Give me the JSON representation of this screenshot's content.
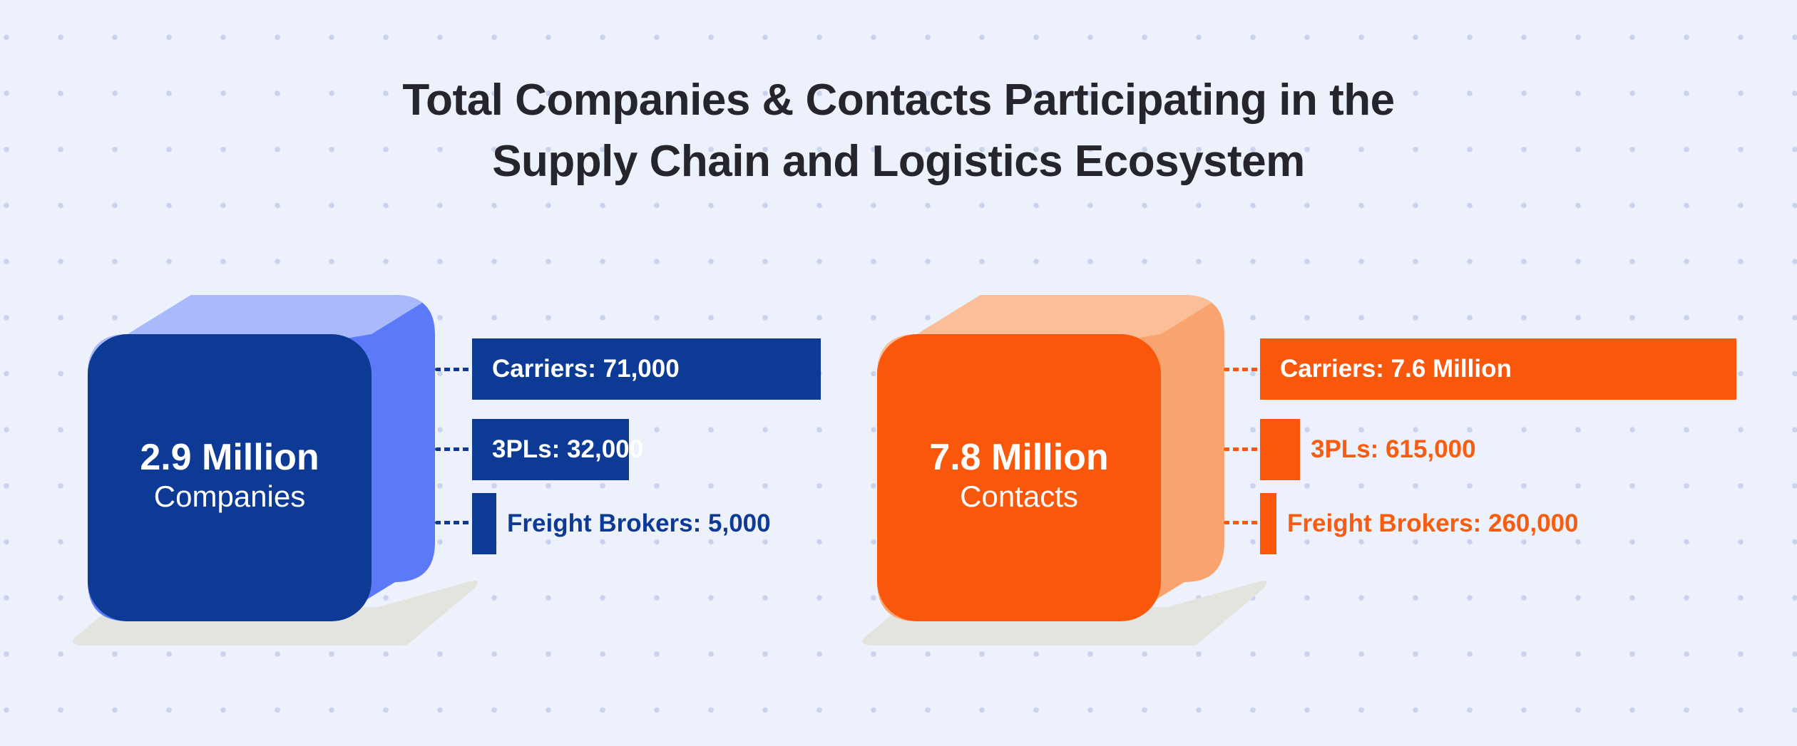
{
  "title": {
    "line1": "Total Companies & Contacts Participating in the",
    "line2": "Supply Chain and Logistics Ecosystem"
  },
  "colors": {
    "background": "#edf1fb",
    "grid_dots": "#c9d3ee",
    "title_text": "#26252c",
    "blue_front": "#0c3a95",
    "blue_side": "#5c79f8",
    "blue_top": "#a8bafc",
    "orange_front": "#f9570c",
    "orange_side": "#f9a36e",
    "orange_top": "#fcbe98",
    "shadow": "#e4e4de"
  },
  "chart_data": [
    {
      "type": "bar",
      "group": "Companies",
      "total_label": "2.9 Million",
      "unit_label": "Companies",
      "categories": [
        "Carriers",
        "3PLs",
        "Freight Brokers"
      ],
      "values": [
        71000,
        32000,
        5000
      ],
      "bar_labels": [
        "Carriers: 71,000",
        "3PLs: 32,000",
        "Freight Brokers: 5,000"
      ],
      "bar_label_position": [
        "inside",
        "inside",
        "outside"
      ],
      "color": "#0c3a95",
      "legend_position": "none",
      "grid": false
    },
    {
      "type": "bar",
      "group": "Contacts",
      "total_label": "7.8 Million",
      "unit_label": "Contacts",
      "categories": [
        "Carriers",
        "3PLs",
        "Freight Brokers"
      ],
      "values": [
        7600000,
        615000,
        260000
      ],
      "bar_labels": [
        "Carriers: 7.6 Million",
        "3PLs: 615,000",
        "Freight Brokers: 260,000"
      ],
      "bar_label_position": [
        "inside",
        "outside",
        "outside"
      ],
      "color": "#f9570c",
      "legend_position": "none",
      "grid": false
    }
  ]
}
